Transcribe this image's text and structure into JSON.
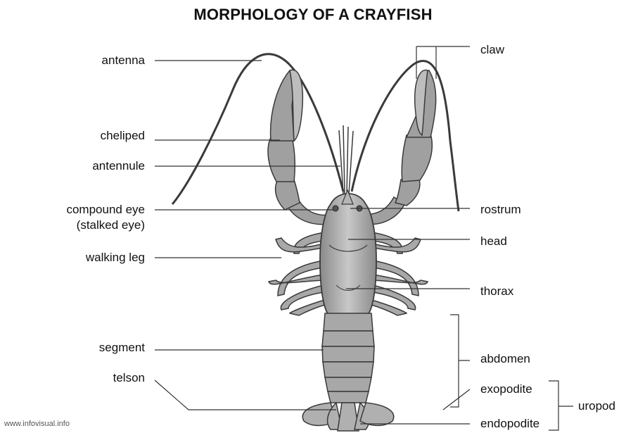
{
  "title": "MORPHOLOGY OF A CRAYFISH",
  "labels": {
    "antenna": "antenna",
    "cheliped": "cheliped",
    "antennule": "antennule",
    "compound_eye": "compound eye",
    "compound_eye_sub": "(stalked eye)",
    "walking_leg": "walking leg",
    "segment": "segment",
    "telson": "telson",
    "claw": "claw",
    "rostrum": "rostrum",
    "head": "head",
    "thorax": "thorax",
    "abdomen": "abdomen",
    "exopodite": "exopodite",
    "endopodite": "endopodite",
    "uropod": "uropod"
  },
  "watermark": "www.infovisual.info",
  "colors": {
    "body_fill": "#9a9a9a",
    "body_light": "#c4c4c4",
    "outline": "#3a3a3a",
    "leader_line": "#333333"
  }
}
